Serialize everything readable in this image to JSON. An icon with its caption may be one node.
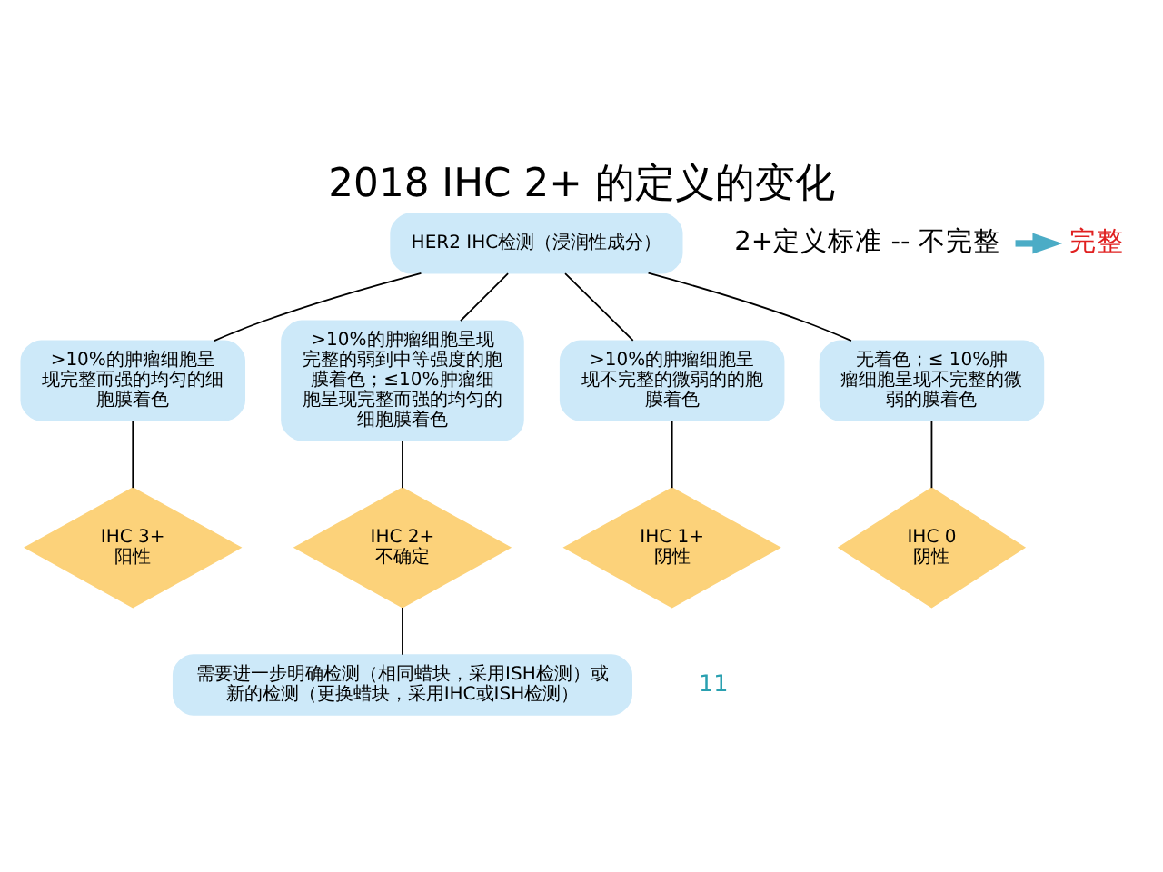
{
  "diagram": {
    "title": "2018 IHC 2+ 的定义的变化",
    "nodes": [
      {
        "text": [
          "HER2 IHC检测（浸润性成分）"
        ]
      },
      {
        "text": [
          ">10%的肿瘤细胞呈现完整而强的均匀的细胞膜着色"
        ]
      },
      {
        "text": [
          ">10%的肿瘤细胞呈现完整的弱到中等强度的胞膜着色；≤10%肿瘤细胞呈现完整而强的均匀的细胞膜着色"
        ]
      },
      {
        "text": [
          ">10%的肿瘤细胞呈现不完整的微弱的的胞膜着色"
        ]
      },
      {
        "text": [
          "无着色；≤ 10%肿瘤细胞呈现不完整的微弱的膜着色"
        ]
      },
      {
        "text": [
          "IHC 3+ 阳性"
        ]
      },
      {
        "text": [
          "IHC 2+ 不确定"
        ]
      },
      {
        "text": [
          "IHC 1+ 阴性"
        ]
      },
      {
        "text": [
          "IHC 0 阴性"
        ]
      },
      {
        "text": [
          "需要进一步明确检测（相同蜡块，采用ISH检测）或新的检测（更换蜡块，采用IHC或ISH检测）"
        ]
      },
      {
        "text": [
          "2+定义标准 -- 不完整"
        ]
      },
      {
        "text": [
          "完整"
        ]
      }
    ],
    "edges": [
      {
        "from": 0,
        "to": 1,
        "arrow": "none"
      },
      {
        "from": 0,
        "to": 2,
        "arrow": "none"
      },
      {
        "from": 0,
        "to": 3,
        "arrow": "none"
      },
      {
        "from": 0,
        "to": 4,
        "arrow": "none"
      },
      {
        "from": 1,
        "to": 5,
        "arrow": "none"
      },
      {
        "from": 2,
        "to": 6,
        "arrow": "none"
      },
      {
        "from": 3,
        "to": 7,
        "arrow": "none"
      },
      {
        "from": 4,
        "to": 8,
        "arrow": "none"
      },
      {
        "from": 6,
        "to": 9,
        "arrow": "none"
      },
      {
        "from": 10,
        "to": 11,
        "arrow": "to",
        "style": "thick",
        "color": "#4bacc6"
      }
    ],
    "labels": [
      "11"
    ]
  }
}
